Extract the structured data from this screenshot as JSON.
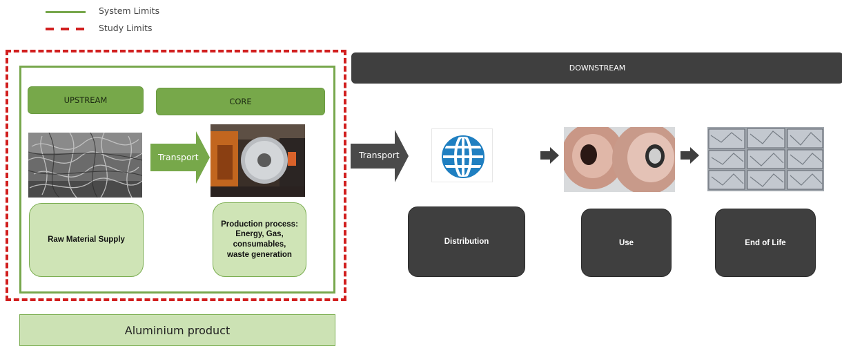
{
  "legend": {
    "system_limits": "System Limits",
    "study_limits": "Study Limits"
  },
  "stages": {
    "upstream": "UPSTREAM",
    "core": "CORE",
    "downstream": "DOWNSTREAM"
  },
  "processes": {
    "raw_material": "Raw Material Supply",
    "production": [
      "Production process:",
      "Energy, Gas,",
      "consumables,",
      "waste generation"
    ],
    "distribution": "Distribution",
    "use": "Use",
    "end_of_life": "End of Life"
  },
  "arrows": {
    "transport_1": "Transport",
    "transport_2": "Transport"
  },
  "product": "Aluminium product",
  "colors": {
    "system_green": "#77a74c",
    "study_red": "#d11f1f",
    "light_green": "#cfe4b6",
    "dark_gray": "#3f3f3f"
  }
}
